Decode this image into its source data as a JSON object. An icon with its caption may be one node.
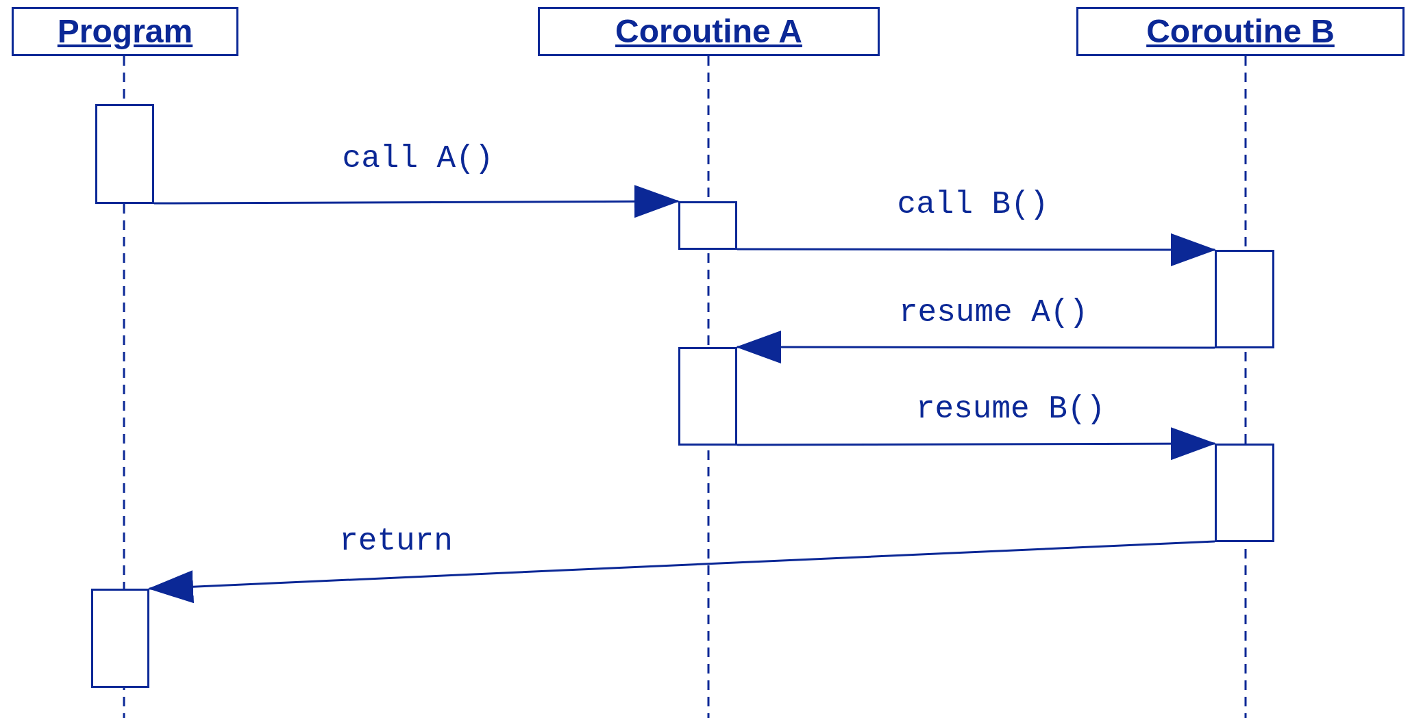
{
  "diagram": {
    "nodes": [
      {
        "text": [
          "Program"
        ]
      },
      {
        "text": [
          "Coroutine A"
        ]
      },
      {
        "text": [
          "Coroutine B"
        ]
      },
      {
        "text": [],
        "shape": "box"
      },
      {
        "text": [],
        "shape": "box"
      },
      {
        "text": [],
        "shape": "box"
      },
      {
        "text": [],
        "shape": "box"
      },
      {
        "text": [],
        "shape": "box"
      },
      {
        "text": [],
        "shape": "box"
      }
    ],
    "edges": [
      {
        "from": 3,
        "to": 4,
        "arrow": "to",
        "label": "call A()"
      },
      {
        "from": 4,
        "to": 5,
        "arrow": "to",
        "label": "call B()"
      },
      {
        "from": 5,
        "to": 6,
        "arrow": "to",
        "label": "resume A()"
      },
      {
        "from": 6,
        "to": 7,
        "arrow": "to",
        "label": "resume B()"
      },
      {
        "from": 7,
        "to": 8,
        "arrow": "to",
        "label": "return"
      }
    ]
  }
}
